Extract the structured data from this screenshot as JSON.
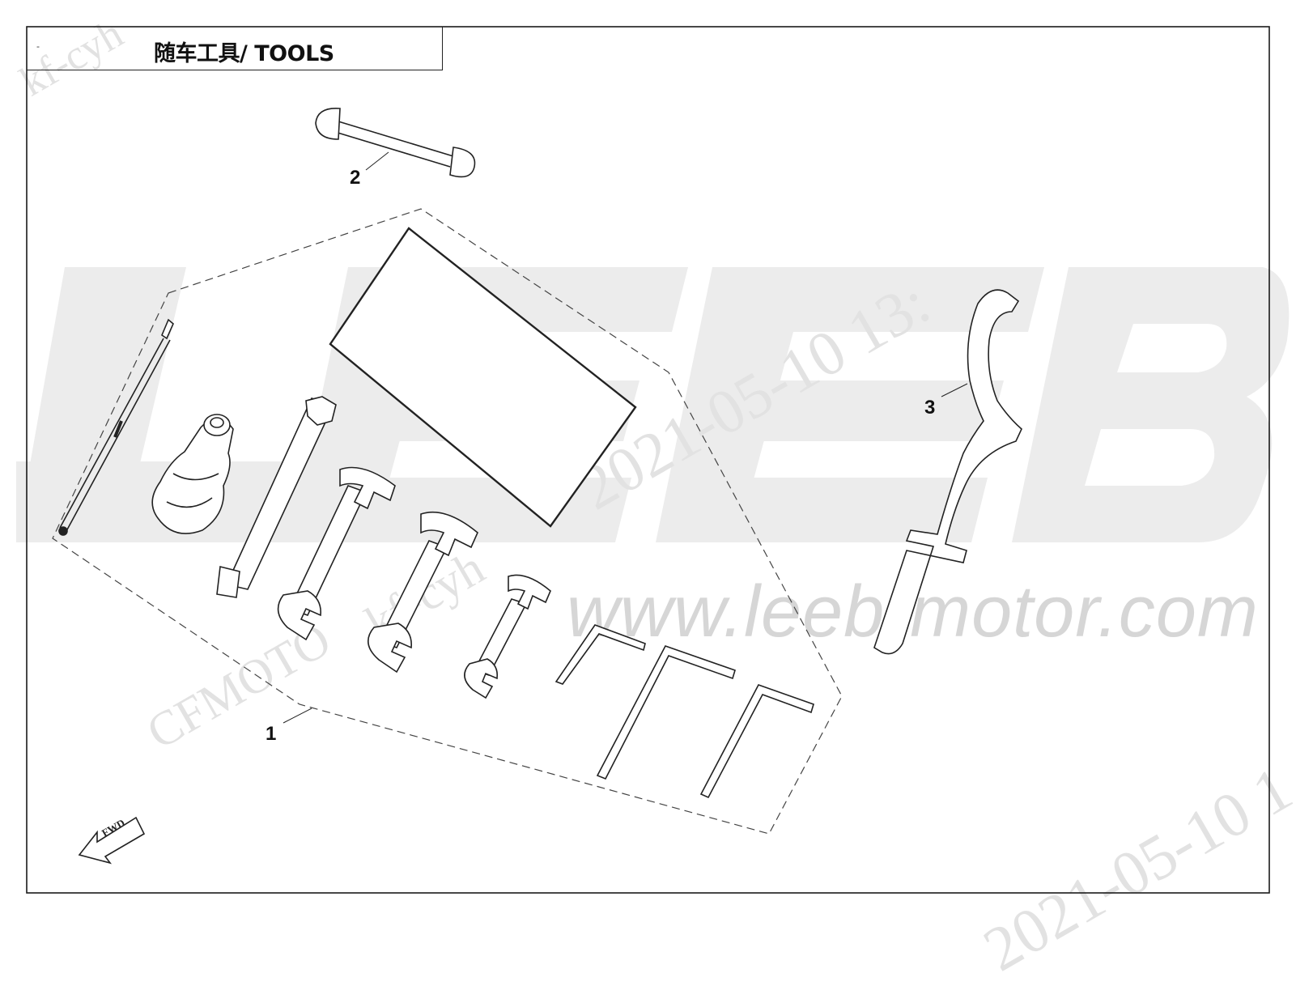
{
  "title": "随车工具/ TOOLS",
  "title_mark": "-",
  "callouts": {
    "c1": "1",
    "c2": "2",
    "c3": "3"
  },
  "fwd_label": "FWD",
  "watermarks": {
    "big_brand": "LEEB",
    "url": "www.leeb-motor.com",
    "user1": "kf-cyh",
    "user2": "kf-cyh",
    "brand2": "CFMOTO",
    "date1": "2021-05-10 13:",
    "date2": "2021-05-10 1"
  },
  "colors": {
    "line": "#222222",
    "watermark": "#e6e6e6",
    "frame": "#1a1a1a"
  }
}
